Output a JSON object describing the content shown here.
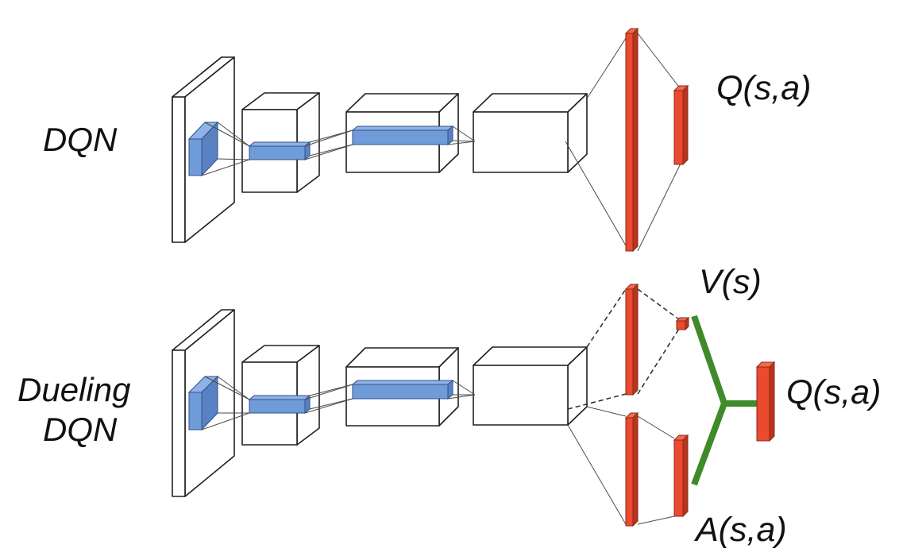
{
  "labels": {
    "dqn": "DQN",
    "dueling_line1": "Dueling",
    "dueling_line2": "DQN",
    "q_top": "Q(s,a)",
    "v": "V(s)",
    "q_bottom": "Q(s,a)",
    "a": "A(s,a)"
  },
  "colors": {
    "feature_blue": "#6f9bd8",
    "feature_blue_dark": "#4f78b6",
    "fc_red": "#ea4a2e",
    "fc_red_dark": "#b8341f",
    "aggregate_green": "#3f8a2a",
    "outline": "#202020"
  }
}
